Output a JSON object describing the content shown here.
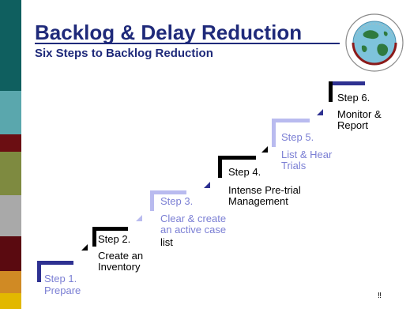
{
  "header": {
    "title": "Backlog & Delay Reduction",
    "subtitle": "Six Steps to Backlog Reduction"
  },
  "colors": {
    "title": "#1f2a7a",
    "navy": "#2e3191",
    "lavender": "#7b7fd4",
    "light_purple": "#b9bbef",
    "black": "#000000",
    "sidebar": [
      "#0f5f5f",
      "#5aa7ad",
      "#6b0e12",
      "#7e8a40",
      "#a9a9a9",
      "#5a0a10",
      "#d08a24",
      "#e2b800"
    ]
  },
  "steps": [
    {
      "label": "Step 1.",
      "desc": "Prepare",
      "style": "navy-lavender"
    },
    {
      "label": "Step 2.",
      "desc": "Create an\nInventory",
      "style": "black"
    },
    {
      "label": "Step 3.",
      "desc": "Clear & create\nan active case",
      "desc_tail": "list",
      "style": "light-lavender"
    },
    {
      "label": "Step 4.",
      "desc": "Intense Pre-trial\nManagement",
      "style": "black"
    },
    {
      "label": "Step 5.",
      "desc": "List & Hear\nTrials",
      "style": "light-lavender"
    },
    {
      "label": "Step 6.",
      "desc": "Monitor &\nReport",
      "style": "navy-black"
    }
  ],
  "footer_mark": "‼"
}
